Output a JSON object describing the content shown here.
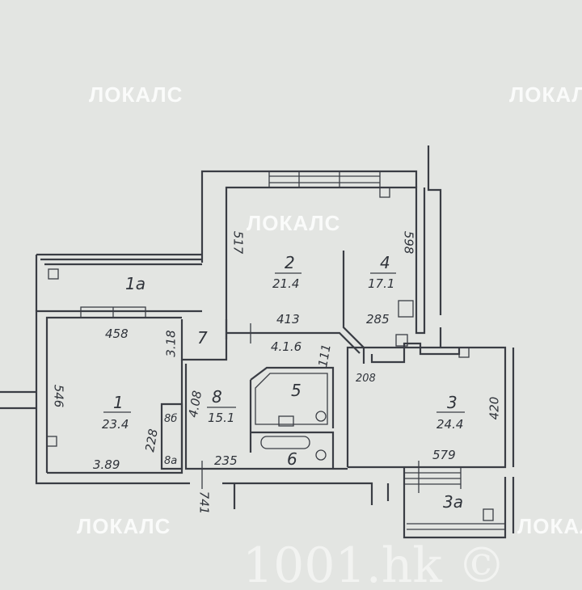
{
  "watermark": {
    "brand": "ЛОКАЛС",
    "copyright": "1001.hk ©"
  },
  "rooms": [
    {
      "number": "1",
      "area": "23.4"
    },
    {
      "number": "2",
      "area": "21.4"
    },
    {
      "number": "3",
      "area": "24.4"
    },
    {
      "number": "4",
      "area": "17.1"
    },
    {
      "number": "5"
    },
    {
      "number": "6"
    },
    {
      "number": "7"
    },
    {
      "number": "8",
      "area": "15.1"
    },
    {
      "number": "1a"
    },
    {
      "number": "3a"
    },
    {
      "number": "8a"
    },
    {
      "number": "8б"
    }
  ],
  "dimensions": {
    "d517": "517",
    "d598": "598",
    "d413": "413",
    "d416": "4.1.6",
    "d285": "285",
    "d111": "111",
    "d208": "208",
    "d458": "458",
    "d318": "3.18",
    "d546": "546",
    "d408": "4.08",
    "d228": "228",
    "d389": "3.89",
    "d235": "235",
    "d420": "420",
    "d579": "579",
    "d741": "741"
  }
}
